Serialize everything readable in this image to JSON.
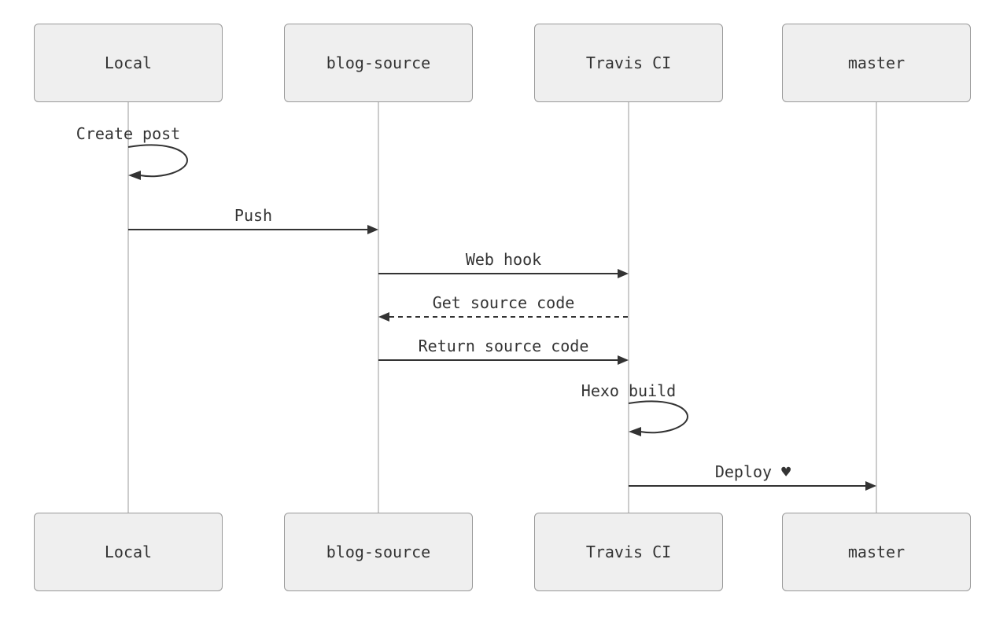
{
  "diagram": {
    "type": "sequence",
    "description": "Hexo blog deployment workflow sequence diagram"
  },
  "actors": [
    {
      "id": "local",
      "label": "Local"
    },
    {
      "id": "blog-source",
      "label": "blog-source"
    },
    {
      "id": "travis-ci",
      "label": "Travis CI"
    },
    {
      "id": "master",
      "label": "master"
    }
  ],
  "messages": [
    {
      "from": "Local",
      "to": "Local",
      "label": "Create post",
      "type": "self-loop",
      "line": "solid"
    },
    {
      "from": "Local",
      "to": "blog-source",
      "label": "Push",
      "type": "arrow",
      "line": "solid"
    },
    {
      "from": "blog-source",
      "to": "Travis CI",
      "label": "Web hook",
      "type": "arrow",
      "line": "solid"
    },
    {
      "from": "Travis CI",
      "to": "blog-source",
      "label": "Get source code",
      "type": "arrow",
      "line": "dashed"
    },
    {
      "from": "blog-source",
      "to": "Travis CI",
      "label": "Return source code",
      "type": "arrow",
      "line": "solid"
    },
    {
      "from": "Travis CI",
      "to": "Travis CI",
      "label": "Hexo build",
      "type": "self-loop",
      "line": "solid"
    },
    {
      "from": "Travis CI",
      "to": "master",
      "label": "Deploy ♥",
      "type": "arrow",
      "line": "solid"
    }
  ],
  "colors": {
    "background": "#ffffff",
    "box_fill": "#efefef",
    "box_border": "#999999",
    "lifeline": "#999999",
    "line": "#333333",
    "text": "#333333"
  }
}
